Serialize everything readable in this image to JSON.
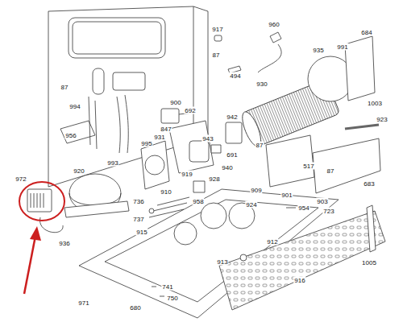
{
  "diagram": {
    "labels": [
      "917",
      "87",
      "960",
      "684",
      "991",
      "935",
      "494",
      "930",
      "1003",
      "87",
      "994",
      "900",
      "692",
      "956",
      "847",
      "931",
      "995",
      "942",
      "943",
      "923",
      "87",
      "691",
      "993",
      "920",
      "910",
      "928",
      "940",
      "901",
      "517",
      "972",
      "919",
      "909",
      "903",
      "87",
      "683",
      "958",
      "736",
      "737",
      "915",
      "924",
      "954",
      "723",
      "936",
      "912",
      "913",
      "1005",
      "916",
      "971",
      "741",
      "680",
      "750"
    ]
  }
}
